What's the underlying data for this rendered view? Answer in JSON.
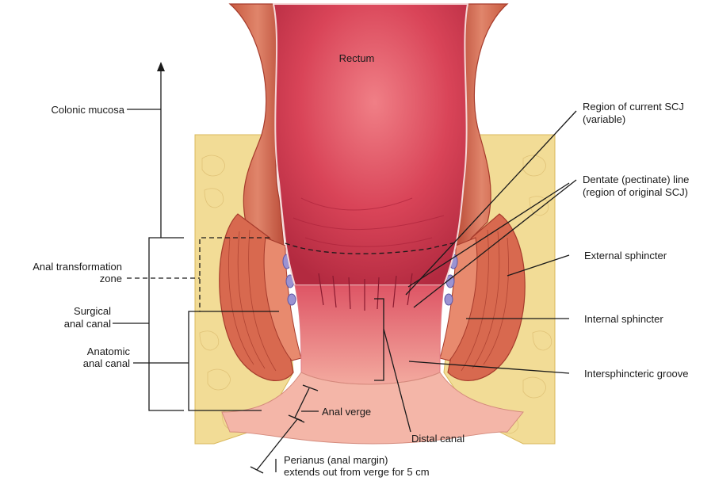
{
  "labels": {
    "rectum": "Rectum",
    "colonic_mucosa": "Colonic mucosa",
    "anal_transformation_zone_line1": "Anal transformation",
    "anal_transformation_zone_line2": "zone",
    "surgical_anal_canal_line1": "Surgical",
    "surgical_anal_canal_line2": "anal canal",
    "anatomic_anal_canal_line1": "Anatomic",
    "anatomic_anal_canal_line2": "anal canal",
    "region_current_scj_line1": "Region of current SCJ",
    "region_current_scj_line2": "(variable)",
    "dentate_line_line1": "Dentate (pectinate) line",
    "dentate_line_line2": "(region of original SCJ)",
    "external_sphincter": "External sphincter",
    "internal_sphincter": "Internal sphincter",
    "intersphincteric_groove": "Intersphincteric groove",
    "anal_verge": "Anal verge",
    "distal_canal": "Distal canal",
    "perianus_line1": "Perianus (anal margin)",
    "perianus_line2": "extends out from verge for 5 cm"
  },
  "colors": {
    "fat": "#f2dc96",
    "fat_dark": "#d9b85c",
    "muscle": "#d8694f",
    "muscle_dark": "#a63b2c",
    "mucosa": "#d8465a",
    "mucosa_light": "#ef8a8f",
    "lumen_dark": "#b72a3f",
    "skin": "#f4b6a8",
    "vessel": "#8f86c8"
  }
}
